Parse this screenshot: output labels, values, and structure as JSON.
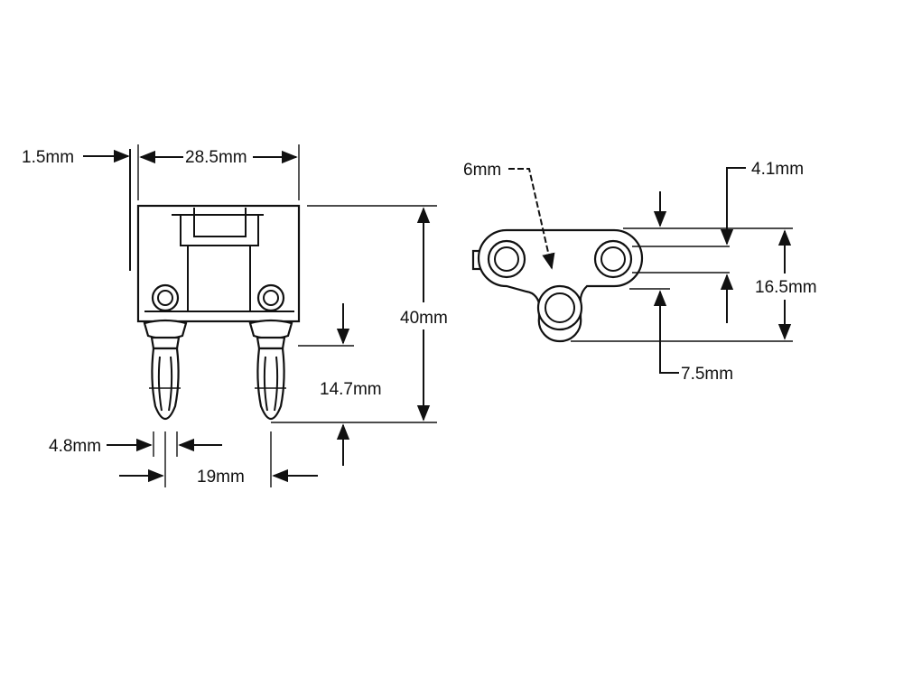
{
  "front_view": {
    "wall_thickness": "1.5mm",
    "body_width": "28.5mm",
    "total_height": "40mm",
    "pin_length": "14.7mm",
    "pin_diameter": "4.8mm",
    "pin_spacing": "19mm"
  },
  "top_view": {
    "side_hole_diameter": "6mm",
    "tab_thickness": "4.1mm",
    "body_depth": "16.5mm",
    "center_offset": "7.5mm"
  }
}
